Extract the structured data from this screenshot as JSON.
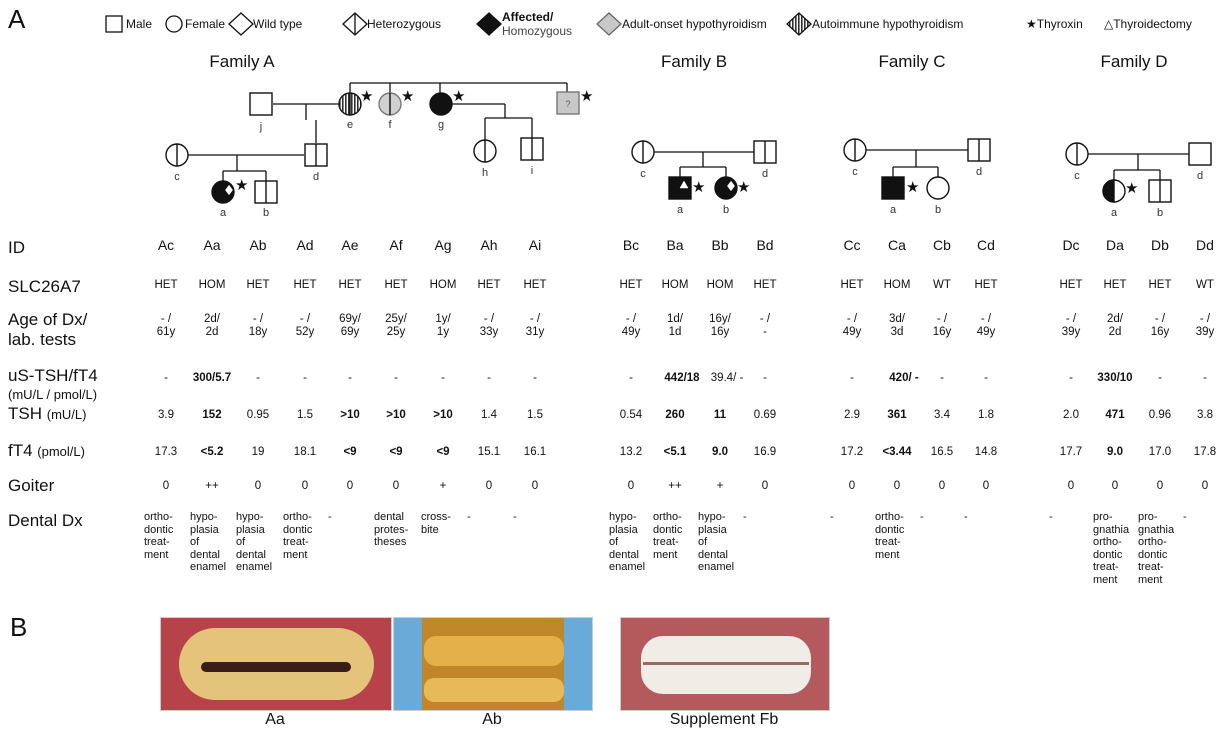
{
  "panels": {
    "a": "A",
    "b": "B"
  },
  "legend": {
    "male": "Male",
    "female": "Female",
    "wild_type": "Wild type",
    "heterozygous": "Heterozygous",
    "affected_line1": "Affected/",
    "affected_line2": "Homozygous",
    "adult_onset": "Adult-onset hypothyroidism",
    "autoimmune": "Autoimmune hypothyroidism",
    "thyroxin": "★Thyroxin",
    "thyroidectomy": "△Thyroidectomy"
  },
  "families": {
    "a": {
      "title": "Family A",
      "labels": {
        "j": "j",
        "e": "e",
        "f": "f",
        "g": "g",
        "c": "c",
        "d": "d",
        "h": "h",
        "i": "i",
        "a": "a",
        "b": "b",
        "unknown": "?"
      }
    },
    "b": {
      "title": "Family B",
      "labels": {
        "c": "c",
        "d": "d",
        "a": "a",
        "b": "b"
      }
    },
    "c": {
      "title": "Family C",
      "labels": {
        "c": "c",
        "d": "d",
        "a": "a",
        "b": "b"
      }
    },
    "d": {
      "title": "Family D",
      "labels": {
        "c": "c",
        "d": "d",
        "a": "a",
        "b": "b"
      }
    }
  },
  "row_labels": {
    "id": "ID",
    "gene": "SLC26A7",
    "age_line1": "Age of Dx/",
    "age_line2": "lab. tests",
    "ustsh_line1": "uS-TSH/fT4",
    "ustsh_unit": "(mU/L / pmol/L)",
    "tsh": "TSH",
    "tsh_unit": "(mU/L)",
    "ft4": "fT4",
    "ft4_unit": "(pmol/L)",
    "goiter": "Goiter",
    "dental": "Dental Dx"
  },
  "table": {
    "columns": [
      {
        "id": "Ac",
        "gene": "HET",
        "age": "- /\n61y",
        "ustsh": "-",
        "tsh": "3.9",
        "ft4": "17.3",
        "goiter": "0",
        "dental": "ortho-\ndontic\ntreat-\nment"
      },
      {
        "id": "Aa",
        "gene": "HOM",
        "age": "2d/\n2d",
        "ustsh": "300/5.7",
        "tsh": "152",
        "ft4": "<5.2",
        "goiter": "++",
        "dental": "hypo-\nplasia\nof\ndental\nenamel"
      },
      {
        "id": "Ab",
        "gene": "HET",
        "age": "- /\n18y",
        "ustsh": "-",
        "tsh": "0.95",
        "ft4": "19",
        "goiter": "0",
        "dental": "hypo-\nplasia\nof\ndental\nenamel"
      },
      {
        "id": "Ad",
        "gene": "HET",
        "age": "- /\n52y",
        "ustsh": "-",
        "tsh": "1.5",
        "ft4": "18.1",
        "goiter": "0",
        "dental": "ortho-\ndontic\ntreat-\nment"
      },
      {
        "id": "Ae",
        "gene": "HET",
        "age": "69y/\n69y",
        "ustsh": "-",
        "tsh": ">10",
        "ft4": "<9",
        "goiter": "0",
        "dental": "-"
      },
      {
        "id": "Af",
        "gene": "HET",
        "age": "25y/\n25y",
        "ustsh": "-",
        "tsh": ">10",
        "ft4": "<9",
        "goiter": "0",
        "dental": "dental\nprotes-\ntheses"
      },
      {
        "id": "Ag",
        "gene": "HOM",
        "age": "1y/\n1y",
        "ustsh": "-",
        "tsh": ">10",
        "ft4": "<9",
        "goiter": "+",
        "dental": "cross-\nbite"
      },
      {
        "id": "Ah",
        "gene": "HET",
        "age": "- /\n33y",
        "ustsh": "-",
        "tsh": "1.4",
        "ft4": "15.1",
        "goiter": "0",
        "dental": "-"
      },
      {
        "id": "Ai",
        "gene": "HET",
        "age": "- /\n31y",
        "ustsh": "-",
        "tsh": "1.5",
        "ft4": "16.1",
        "goiter": "0",
        "dental": "-"
      },
      {
        "id": "Bc",
        "gene": "HET",
        "age": "- /\n49y",
        "ustsh": "-",
        "tsh": "0.54",
        "ft4": "13.2",
        "goiter": "0",
        "dental": "hypo-\nplasia\nof\ndental\nenamel"
      },
      {
        "id": "Ba",
        "gene": "HOM",
        "age": "1d/\n1d",
        "ustsh": "442/18",
        "tsh": "260",
        "ft4": "<5.1",
        "goiter": "++",
        "dental": "ortho-\ndontic\ntreat-\nment"
      },
      {
        "id": "Bb",
        "gene": "HOM",
        "age": "16y/\n16y",
        "ustsh": "39.4/ -",
        "tsh": "11",
        "ft4": "9.0",
        "goiter": "+",
        "dental": "hypo-\nplasia\nof\ndental\nenamel"
      },
      {
        "id": "Bd",
        "gene": "HET",
        "age": "- /\n-",
        "ustsh": "-",
        "tsh": "0.69",
        "ft4": "16.9",
        "goiter": "0",
        "dental": "-"
      },
      {
        "id": "Cc",
        "gene": "HET",
        "age": "- /\n49y",
        "ustsh": "-",
        "tsh": "2.9",
        "ft4": "17.2",
        "goiter": "0",
        "dental": "-"
      },
      {
        "id": "Ca",
        "gene": "HOM",
        "age": "3d/\n3d",
        "ustsh": "420/ -",
        "tsh": "361",
        "ft4": "<3.44",
        "goiter": "0",
        "dental": "ortho-\ndontic\ntreat-\nment"
      },
      {
        "id": "Cb",
        "gene": "WT",
        "age": "- /\n16y",
        "ustsh": "-",
        "tsh": "3.4",
        "ft4": "16.5",
        "goiter": "0",
        "dental": "-"
      },
      {
        "id": "Cd",
        "gene": "HET",
        "age": "- /\n49y",
        "ustsh": "-",
        "tsh": "1.8",
        "ft4": "14.8",
        "goiter": "0",
        "dental": "-"
      },
      {
        "id": "Dc",
        "gene": "HET",
        "age": "- /\n39y",
        "ustsh": "-",
        "tsh": "2.0",
        "ft4": "17.7",
        "goiter": "0",
        "dental": "-"
      },
      {
        "id": "Da",
        "gene": "HET",
        "age": "2d/\n2d",
        "ustsh": "330/10",
        "tsh": "471",
        "ft4": "9.0",
        "goiter": "0",
        "dental": "pro-\ngnathia\northo-\ndontic\ntreat-\nment"
      },
      {
        "id": "Db",
        "gene": "HET",
        "age": "- /\n16y",
        "ustsh": "-",
        "tsh": "0.96",
        "ft4": "17.0",
        "goiter": "0",
        "dental": "pro-\ngnathia\northo-\ndontic\ntreat-\nment"
      },
      {
        "id": "Dd",
        "gene": "WT",
        "age": "- /\n39y",
        "ustsh": "-",
        "tsh": "3.8",
        "ft4": "17.8",
        "goiter": "0",
        "dental": "-"
      }
    ]
  },
  "photos": {
    "aa": {
      "caption": "Aa"
    },
    "ab": {
      "caption": "Ab"
    },
    "fb": {
      "caption": "Supplement Fb"
    }
  }
}
